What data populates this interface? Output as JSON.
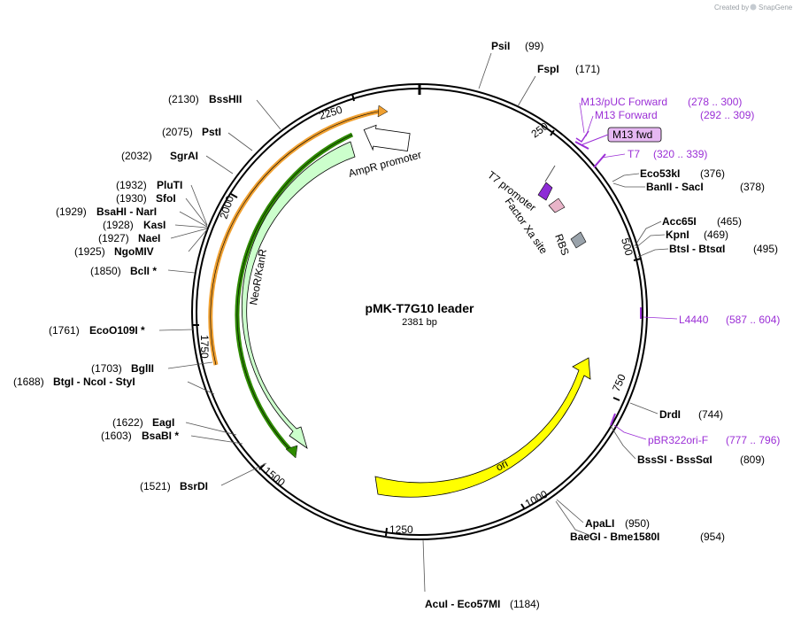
{
  "credit": {
    "prefix": "Created by",
    "brand": "SnapGene"
  },
  "plasmid": {
    "name": "pMK-T7G10 leader",
    "size_label": "2381 bp",
    "total_bp": 2381
  },
  "ticks": [
    {
      "bp": 250,
      "label": "250"
    },
    {
      "bp": 500,
      "label": "500"
    },
    {
      "bp": 750,
      "label": "750"
    },
    {
      "bp": 1000,
      "label": "1000"
    },
    {
      "bp": 1250,
      "label": "1250"
    },
    {
      "bp": 1500,
      "label": "1500"
    },
    {
      "bp": 1750,
      "label": "1750"
    },
    {
      "bp": 2000,
      "label": "2000"
    },
    {
      "bp": 2250,
      "label": "2250"
    }
  ],
  "sites": [
    {
      "pos": "(99)",
      "name": "PsiI",
      "bp": 99
    },
    {
      "pos": "(171)",
      "name": "FspI",
      "bp": 171
    },
    {
      "pos": "(376)",
      "name": "Eco53kI",
      "bp": 376
    },
    {
      "pos": "(378)",
      "name": "BanII  -  SacI",
      "bp": 378
    },
    {
      "pos": "(465)",
      "name": "Acc65I",
      "bp": 465
    },
    {
      "pos": "(469)",
      "name": "KpnI",
      "bp": 469
    },
    {
      "pos": "(495)",
      "name": "BtsI  -  BtsαI",
      "bp": 495
    },
    {
      "pos": "(744)",
      "name": "DrdI",
      "bp": 744
    },
    {
      "pos": "(809)",
      "name": "BssSI  -  BssSαI",
      "bp": 809
    },
    {
      "pos": "(950)",
      "name": "ApaLI",
      "bp": 950
    },
    {
      "pos": "(954)",
      "name": "BaeGI  -  Bme1580I",
      "bp": 954
    },
    {
      "pos": "(1184)",
      "name": "AcuI  -  Eco57MI",
      "bp": 1184
    },
    {
      "pos": "(1521)",
      "name": "BsrDI",
      "bp": 1521
    },
    {
      "pos": "(1603)",
      "name": "BsaBI *",
      "bp": 1603
    },
    {
      "pos": "(1622)",
      "name": "EagI",
      "bp": 1622
    },
    {
      "pos": "(1688)",
      "name": "BtgI  -  NcoI  -  StyI",
      "bp": 1688
    },
    {
      "pos": "(1703)",
      "name": "BglII",
      "bp": 1703
    },
    {
      "pos": "(1761)",
      "name": "EcoO109I *",
      "bp": 1761
    },
    {
      "pos": "(1850)",
      "name": "BclI *",
      "bp": 1850
    },
    {
      "pos": "(1925)",
      "name": "NgoMIV",
      "bp": 1925
    },
    {
      "pos": "(1927)",
      "name": "NaeI",
      "bp": 1927
    },
    {
      "pos": "(1928)",
      "name": "KasI",
      "bp": 1928
    },
    {
      "pos": "(1929)",
      "name": "BsaHI  -  NarI",
      "bp": 1929
    },
    {
      "pos": "(1930)",
      "name": "SfoI",
      "bp": 1930
    },
    {
      "pos": "(1932)",
      "name": "PluTI",
      "bp": 1932
    },
    {
      "pos": "(2032)",
      "name": "SgrAI",
      "bp": 2032
    },
    {
      "pos": "(2075)",
      "name": "PstI",
      "bp": 2075
    },
    {
      "pos": "(2130)",
      "name": "BssHII",
      "bp": 2130
    }
  ],
  "primers": [
    {
      "name": "M13/pUC Forward",
      "range": "(278 .. 300)",
      "start": 278,
      "end": 300
    },
    {
      "name": "M13 Forward",
      "range": "(292 .. 309)",
      "start": 292,
      "end": 309
    },
    {
      "name": "T7",
      "range": "(320 .. 339)",
      "start": 320,
      "end": 339
    },
    {
      "name": "L4440",
      "range": "(587 .. 604)",
      "start": 587,
      "end": 604
    },
    {
      "name": "pBR322ori-F",
      "range": "(777 .. 796)",
      "start": 777,
      "end": 796
    }
  ],
  "features": [
    {
      "name": "AmpR promoter",
      "color": "#ffffff"
    },
    {
      "name": "NeoR/KanR",
      "color": "#ccffcc"
    },
    {
      "name": "ori",
      "color": "#ffff00"
    },
    {
      "name": "M13 fwd",
      "color": "#e6b8f2"
    },
    {
      "name": "T7 promoter",
      "color": "#8e2cd6"
    },
    {
      "name": "Factor Xa site",
      "color": "#e8b4c8"
    },
    {
      "name": "RBS",
      "color": "#9aa3ab"
    }
  ],
  "colors": {
    "backbone": "#000000",
    "primer": "#9b2fd6",
    "orange_arc": "#f0a030",
    "green_arc": "#2e8b00"
  }
}
